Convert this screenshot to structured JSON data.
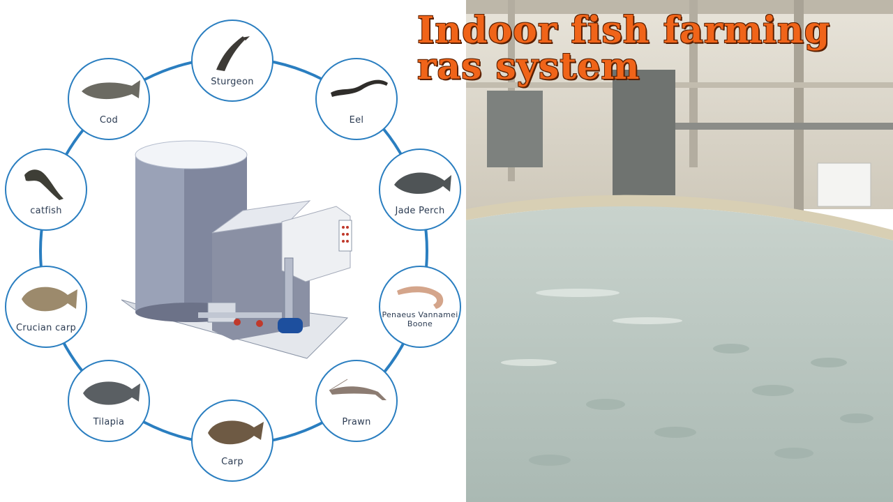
{
  "title": {
    "line1": "Indoor fish farming",
    "line2": "ras system"
  },
  "species": [
    {
      "id": "sturgeon",
      "label": "Sturgeon"
    },
    {
      "id": "eel",
      "label": "Eel"
    },
    {
      "id": "jade-perch",
      "label": "Jade Perch"
    },
    {
      "id": "penaeus",
      "label": "Penaeus Vannamei Boone"
    },
    {
      "id": "prawn",
      "label": "Prawn"
    },
    {
      "id": "carp",
      "label": "Carp"
    },
    {
      "id": "tilapia",
      "label": "Tilapia"
    },
    {
      "id": "crucian-carp",
      "label": "Crucian carp"
    },
    {
      "id": "catfish",
      "label": "catfish"
    },
    {
      "id": "cod",
      "label": "Cod"
    }
  ],
  "colors": {
    "ring": "#2a7ec0",
    "title": "#f06419",
    "water": "#b9c7c1"
  },
  "icons": {
    "equipment": "ras-filtration-unit-illustration",
    "photo": "indoor-fish-tank-photo"
  }
}
